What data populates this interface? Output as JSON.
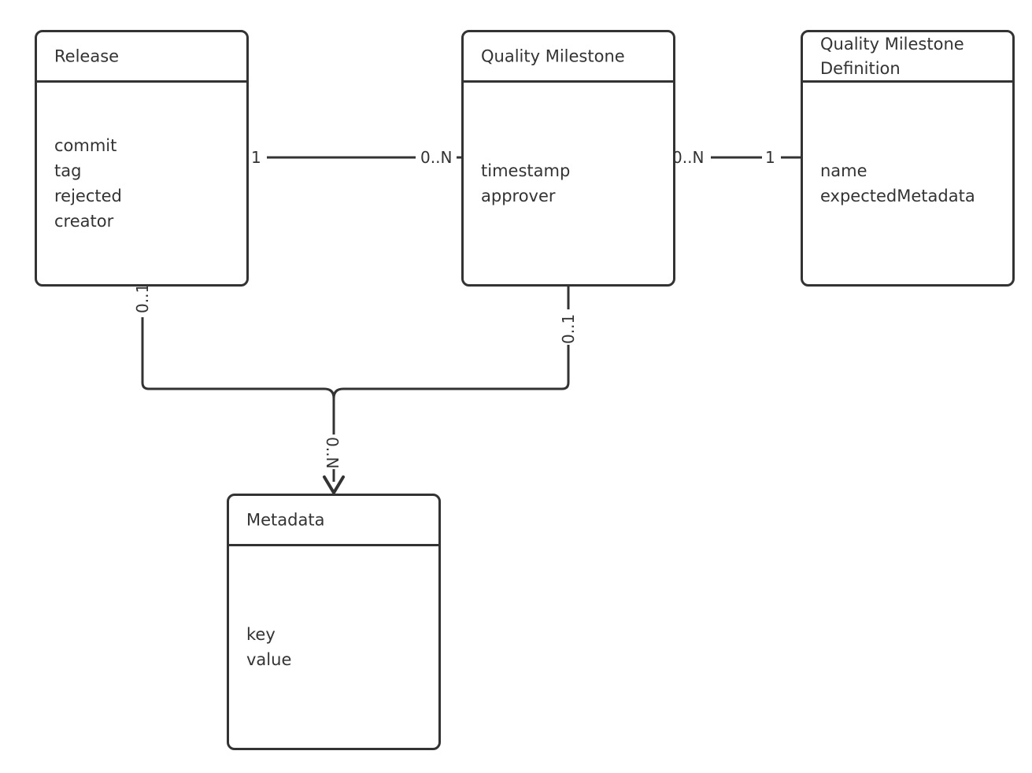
{
  "entities": {
    "release": {
      "title": "Release",
      "attributes": [
        "commit",
        "tag",
        "rejected",
        "creator"
      ]
    },
    "quality_milestone": {
      "title": "Quality Milestone",
      "attributes": [
        "timestamp",
        "approver"
      ]
    },
    "quality_milestone_definition": {
      "title": "Quality Milestone\nDefinition",
      "attributes": [
        "name",
        "expectedMetadata"
      ]
    },
    "metadata": {
      "title": "Metadata",
      "attributes": [
        "key",
        "value"
      ]
    }
  },
  "relations": {
    "release_milestone": {
      "from_multiplicity": "1",
      "to_multiplicity": "0..N"
    },
    "milestone_definition": {
      "from_multiplicity": "0..N",
      "to_multiplicity": "1"
    },
    "release_metadata": {
      "from_multiplicity": "0..1"
    },
    "milestone_metadata": {
      "from_multiplicity": "0..1"
    },
    "metadata_end": {
      "multiplicity": "0..N"
    }
  },
  "colors": {
    "line": "#333333",
    "background": "#ffffff"
  }
}
